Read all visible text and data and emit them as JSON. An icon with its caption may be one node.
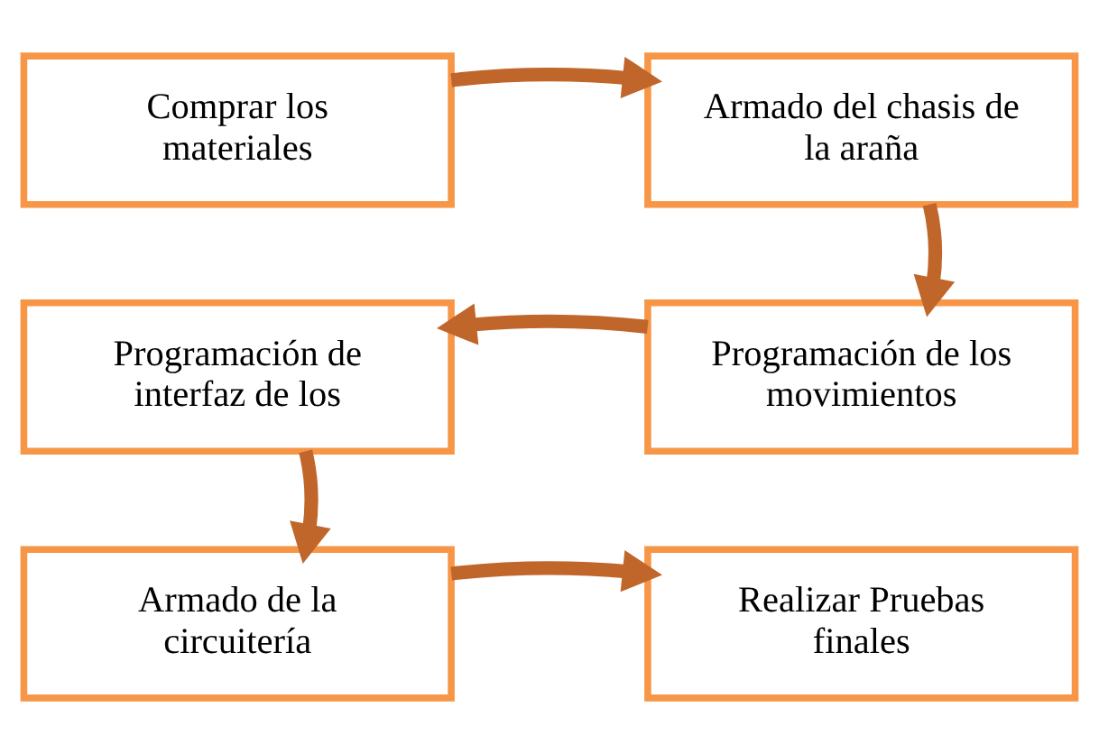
{
  "diagram": {
    "nodes": [
      {
        "text": [
          "Comprar los materiales"
        ]
      },
      {
        "text": [
          "Armado del chasis de la araña"
        ]
      },
      {
        "text": [
          "Programación de los movimientos"
        ]
      },
      {
        "text": [
          "Programación de interfaz de los"
        ]
      },
      {
        "text": [
          "Armado de la circuitería"
        ]
      },
      {
        "text": [
          "Realizar Pruebas finales"
        ]
      }
    ],
    "edges": [
      {
        "from": 0,
        "to": 1,
        "arrow": "to"
      },
      {
        "from": 1,
        "to": 2,
        "arrow": "to"
      },
      {
        "from": 2,
        "to": 3,
        "arrow": "to"
      },
      {
        "from": 3,
        "to": 4,
        "arrow": "to"
      },
      {
        "from": 4,
        "to": 5,
        "arrow": "to"
      }
    ]
  }
}
